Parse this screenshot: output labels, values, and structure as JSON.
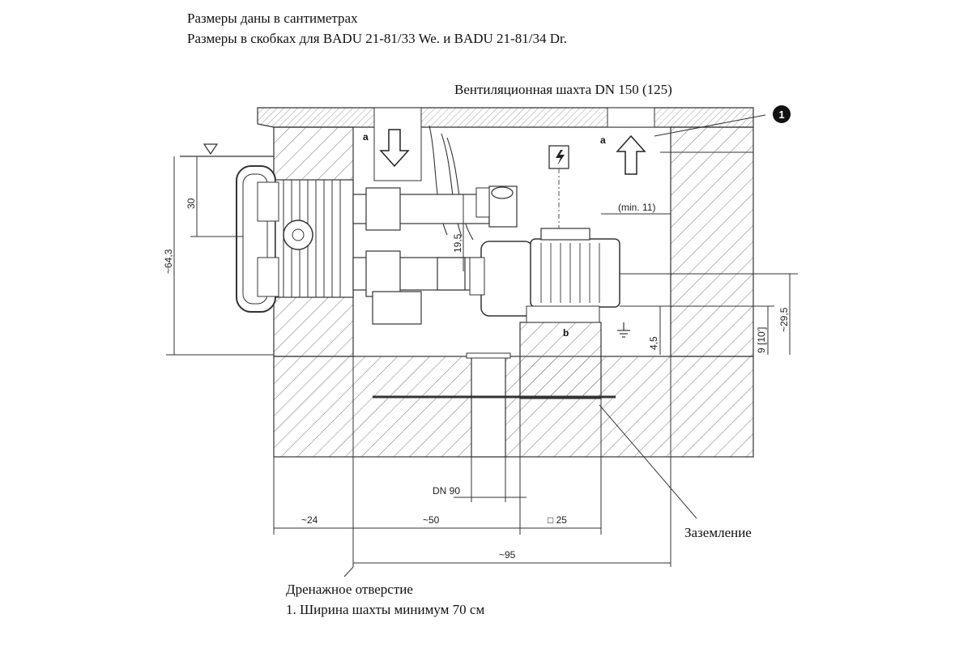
{
  "header": {
    "line1": "Размеры даны в сантиметрах",
    "line2": "Размеры в скобках для BADU 21-81/33 We. и BADU 21-81/34 Dr."
  },
  "callouts": {
    "vent_shaft": "Вентиляционная шахта DN 150 (125)",
    "marker_1": "1",
    "grounding": "Заземление",
    "drain": "Дренажное отверстие",
    "note": "1. Ширина шахты минимум 70 см"
  },
  "labels": {
    "a_left": "a",
    "a_right": "a",
    "b": "b"
  },
  "dimensions": {
    "d_30": "30",
    "d_64_3": "~64,3",
    "d_19_5": "19,5",
    "d_min11": "(min. 11)",
    "d_9": "9 [10']",
    "d_29_5": "~29,5",
    "d_4_5": "4,5",
    "d_dn90": "DN 90",
    "d_24": "~24",
    "d_50": "~50",
    "d_25": "□ 25",
    "d_95": "~95"
  }
}
